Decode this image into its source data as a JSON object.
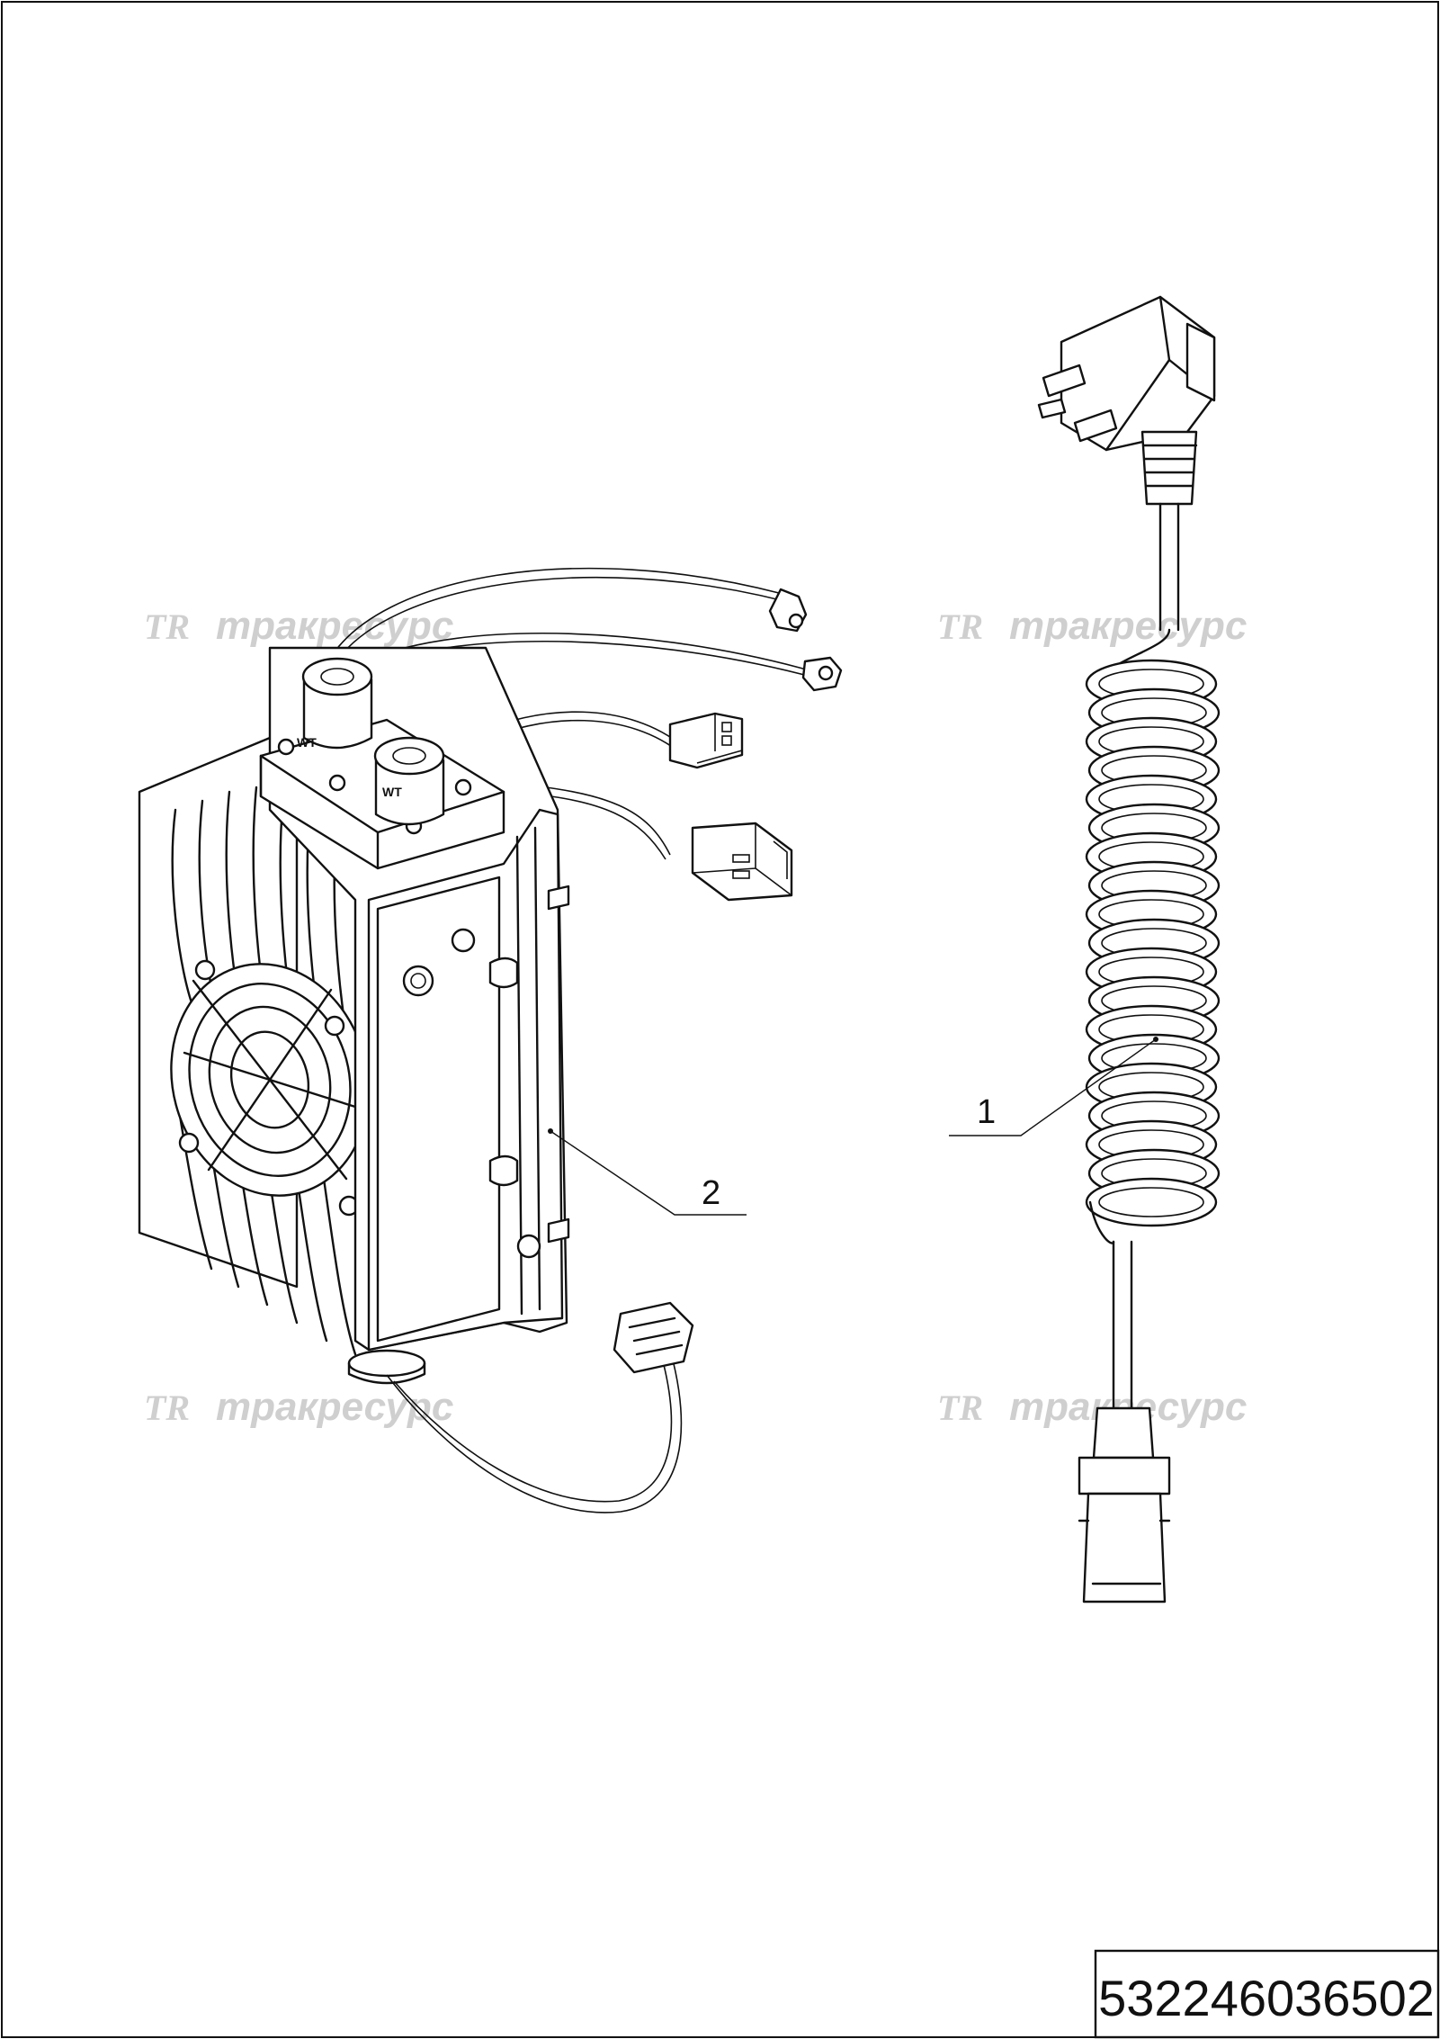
{
  "watermark": {
    "logo": "TR",
    "text": "тракресурс"
  },
  "callouts": {
    "part_1": "1",
    "part_2": "2"
  },
  "switch_labels": {
    "left": "WT",
    "right": "WT"
  },
  "catalog_number": "532246036502"
}
